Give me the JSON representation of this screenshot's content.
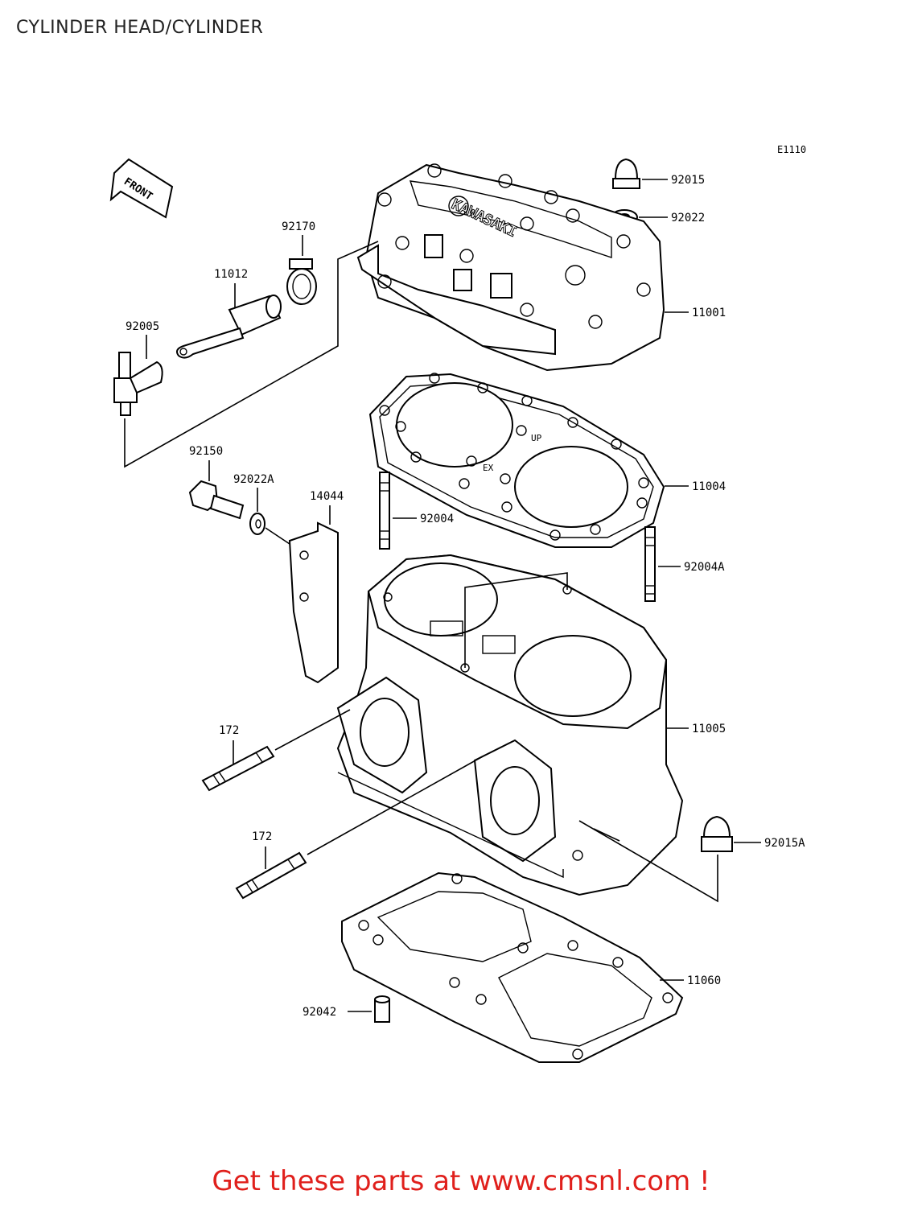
{
  "title": "CYLINDER HEAD/CYLINDER",
  "diagram_code": "E1110",
  "front_arrow_text": "FRONT",
  "footer": "Get these parts at www.cmsnl.com !",
  "parts": {
    "p92015": "92015",
    "p92022": "92022",
    "p92170": "92170",
    "p11012": "11012",
    "p11001": "11001",
    "p92005": "92005",
    "p11004": "11004",
    "p92150": "92150",
    "p92022A": "92022A",
    "p14044": "14044",
    "p92004": "92004",
    "p92004A": "92004A",
    "p11005": "11005",
    "p172a": "172",
    "p172b": "172",
    "p92015A": "92015A",
    "p11060": "11060",
    "p92042": "92042"
  },
  "colors": {
    "footer": "#e0201c",
    "ink": "#000000"
  }
}
